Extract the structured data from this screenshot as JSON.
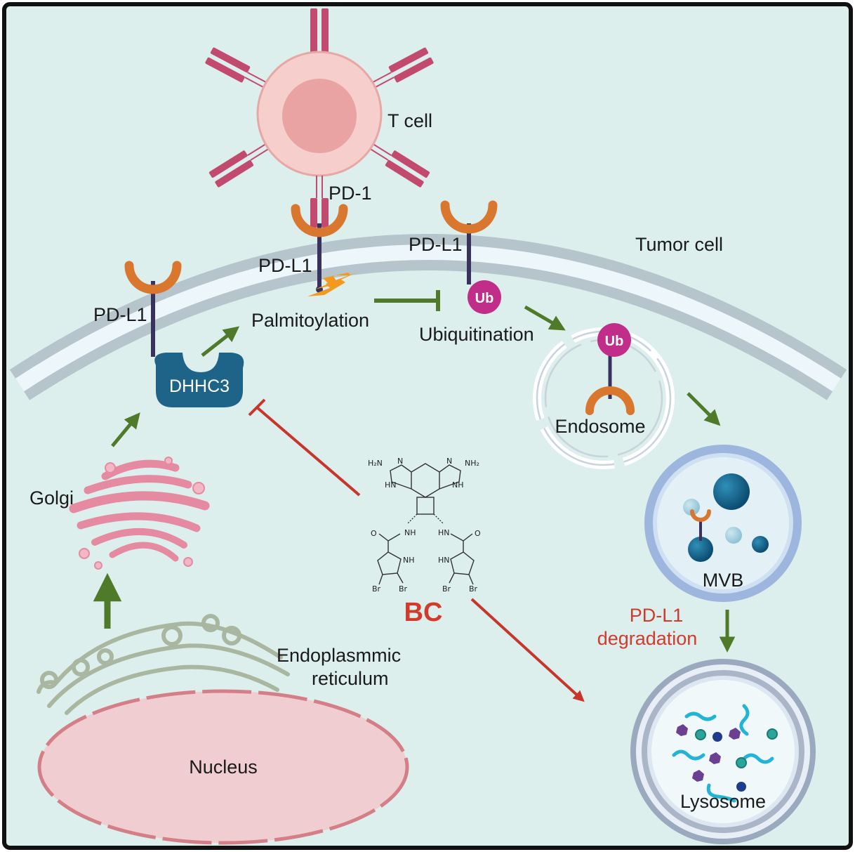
{
  "labels": {
    "t_cell": "T cell",
    "pd1": "PD-1",
    "pdl1_left": "PD-L1",
    "pdl1_bound": "PD-L1",
    "pdl1_right": "PD-L1",
    "tumor_cell": "Tumor cell",
    "palmitoylation": "Palmitoylation",
    "ubiquitination": "Ubiquitination",
    "dhhc3": "DHHC3",
    "ub_membrane": "Ub",
    "ub_endosome": "Ub",
    "endosome": "Endosome",
    "mvb": "MVB",
    "degradation_line1": "PD-L1",
    "degradation_line2": "degradation",
    "lysosome": "Lysosome",
    "golgi": "Golgi",
    "er_line1": "Endoplasmmic",
    "er_line2": "reticulum",
    "nucleus": "Nucleus",
    "compound": "BC"
  },
  "structure_atoms": {
    "h2n": "H₂N",
    "nh2": "NH₂",
    "n_left": "N",
    "n_right": "N",
    "hn_left": "HN",
    "nh_right": "NH",
    "amide_nh_left": "NH",
    "amide_hn_right": "HN",
    "o_left": "O",
    "o_right": "O",
    "pyrrole_nh": "NH",
    "pyrrole_hn": "HN",
    "br1": "Br",
    "br2": "Br",
    "br3": "Br",
    "br4": "Br"
  },
  "colors": {
    "background": "#dcefed",
    "activation_arrow": "#4f7a2a",
    "inhibition_arrow": "#c8352b",
    "pdl1_receptor": "#d9772f",
    "receptor_stem": "#39325e",
    "ubiquitin": "#c12e8a",
    "dhhc3": "#1e6488",
    "pd1": "#c24a6f",
    "membrane": "#b6c4cb"
  }
}
